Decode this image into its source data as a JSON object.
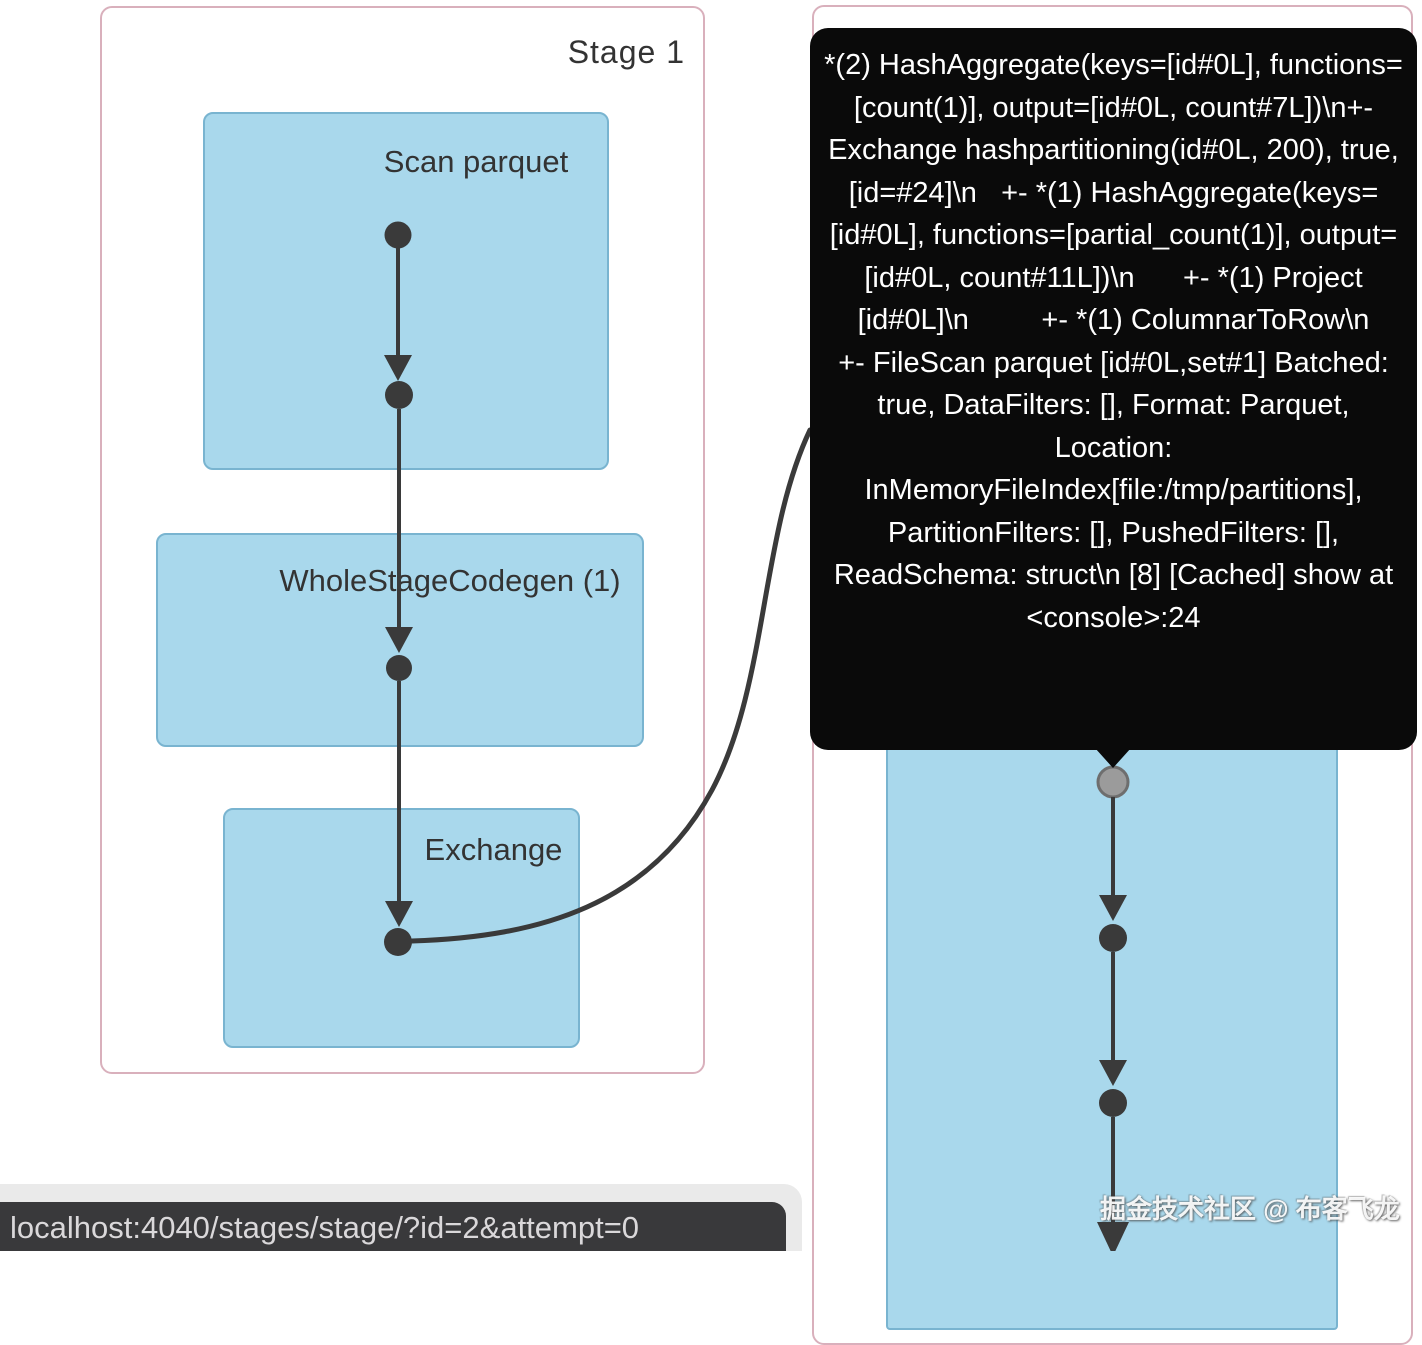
{
  "stage1": {
    "label": "Stage 1",
    "nodes": [
      {
        "label": "Scan parquet"
      },
      {
        "label": "WholeStageCodegen (1)"
      },
      {
        "label": "Exchange"
      }
    ]
  },
  "stage2": {
    "label": ""
  },
  "tooltip": {
    "text": "*(2) HashAggregate(keys=[id#0L], functions=[count(1)], output=[id#0L, count#7L])\\n+- Exchange hashpartitioning(id#0L, 200), true, [id=#24]\\n   +- *(1) HashAggregate(keys=[id#0L], functions=[partial_count(1)], output=[id#0L, count#11L])\\n      +- *(1) Project [id#0L]\\n         +- *(1) ColumnarToRow\\n            +- FileScan parquet [id#0L,set#1] Batched: true, DataFilters: [], Format: Parquet, Location: InMemoryFileIndex[file:/tmp/partitions], PartitionFilters: [], PushedFilters: [], ReadSchema: struct\\n [8] [Cached] show at <console>:24"
  },
  "status_bar": {
    "url": "localhost:4040/stages/stage/?id=2&attempt=0"
  },
  "watermark": {
    "text": "掘金技术社区 @ 布客飞龙"
  },
  "colors": {
    "stage_border": "#d9b0bc",
    "node_fill": "#a9d8ec",
    "node_border": "#79b4d0",
    "edge": "#3a3a3a",
    "start_dot": "#9b9b9b",
    "tooltip_bg": "#0a0a0a",
    "status_bar_bg": "#39393b",
    "status_panel_bg": "#eaeaea"
  }
}
